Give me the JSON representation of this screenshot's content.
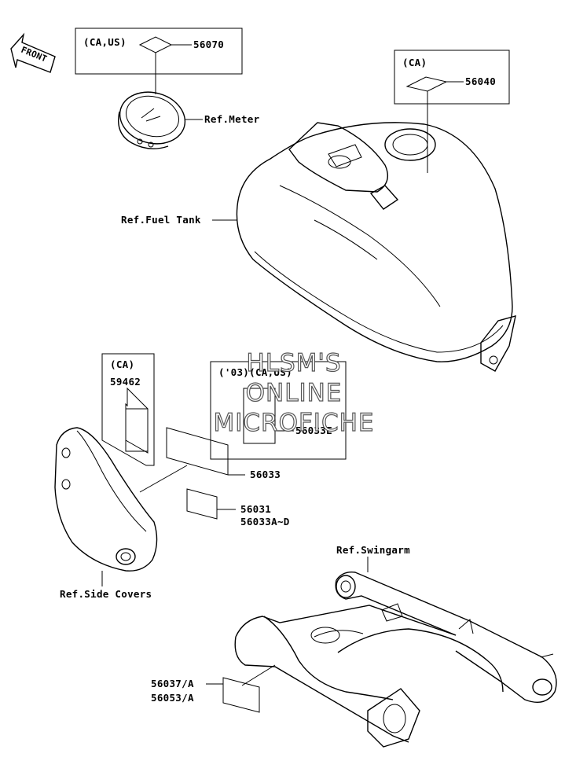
{
  "front_label": "FRONT",
  "callouts": {
    "ca_us": "(CA,US)",
    "p56070": "56070",
    "ref_meter": "Ref.Meter",
    "ca_top": "(CA)",
    "p56040": "56040",
    "ref_fuel_tank": "Ref.Fuel Tank",
    "ca_left": "(CA)",
    "p59462": "59462",
    "year_ca": "('03)(CA,US)",
    "p56033e": "56033E",
    "p56033": "56033",
    "p56031": "56031",
    "p56033ad": "56033A~D",
    "ref_side_covers": "Ref.Side Covers",
    "ref_swingarm": "Ref.Swingarm",
    "p56037a": "56037/A",
    "p56053a": "56053/A"
  },
  "watermark": {
    "line1": "HLSM'S",
    "line2": "ONLINE",
    "line3": "MICROFICHE"
  }
}
